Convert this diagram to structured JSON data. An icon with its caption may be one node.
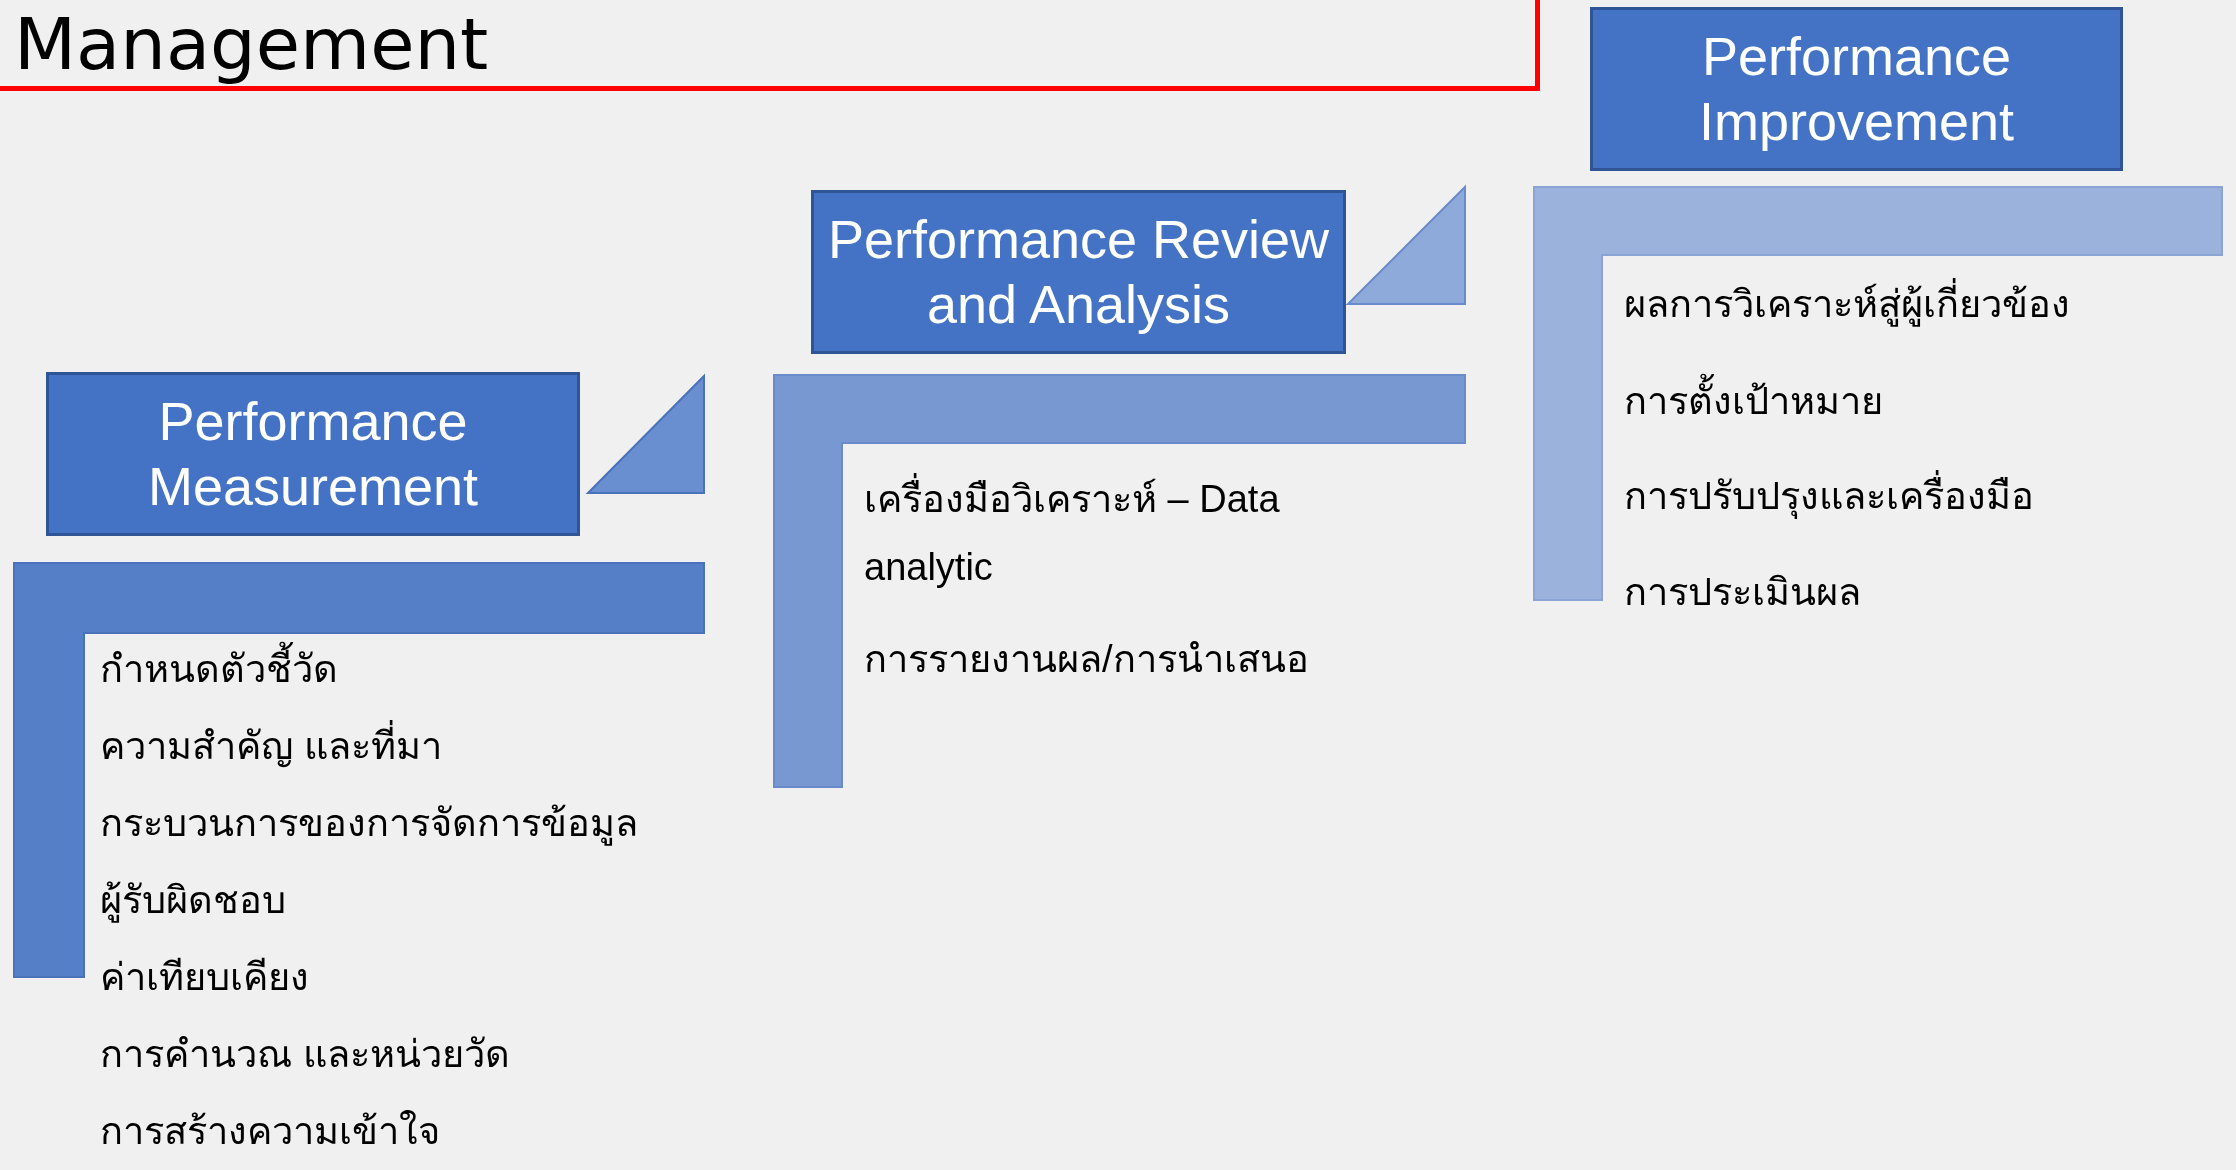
{
  "diagram": {
    "title": "Management",
    "nodes": [
      {
        "text": [
          "Performance Measurement"
        ]
      },
      {
        "text": [
          "Performance Review and Analysis"
        ]
      },
      {
        "text": [
          "Performance Improvement"
        ]
      }
    ],
    "labels": [
      "ผลการวิเคราะห์สู่ผู้เกี่ยวข้อง",
      "การตั้งเป้าหมาย",
      "การปรับปรุงและเครื่องมือ",
      "การประเมินผล",
      "เครื่องมือวิเคราะห์ – Data analytic",
      "การรายงานผล/การนำเสนอ",
      "กำหนดตัวชี้วัด",
      "ความสำคัญ และที่มา",
      "กระบวนการของการจัดการข้อมูล",
      "ผู้รับผิดชอบ",
      "ค่าเทียบเคียง",
      "การคำนวณ และหน่วยวัด",
      "การสร้างความเข้าใจ"
    ]
  }
}
